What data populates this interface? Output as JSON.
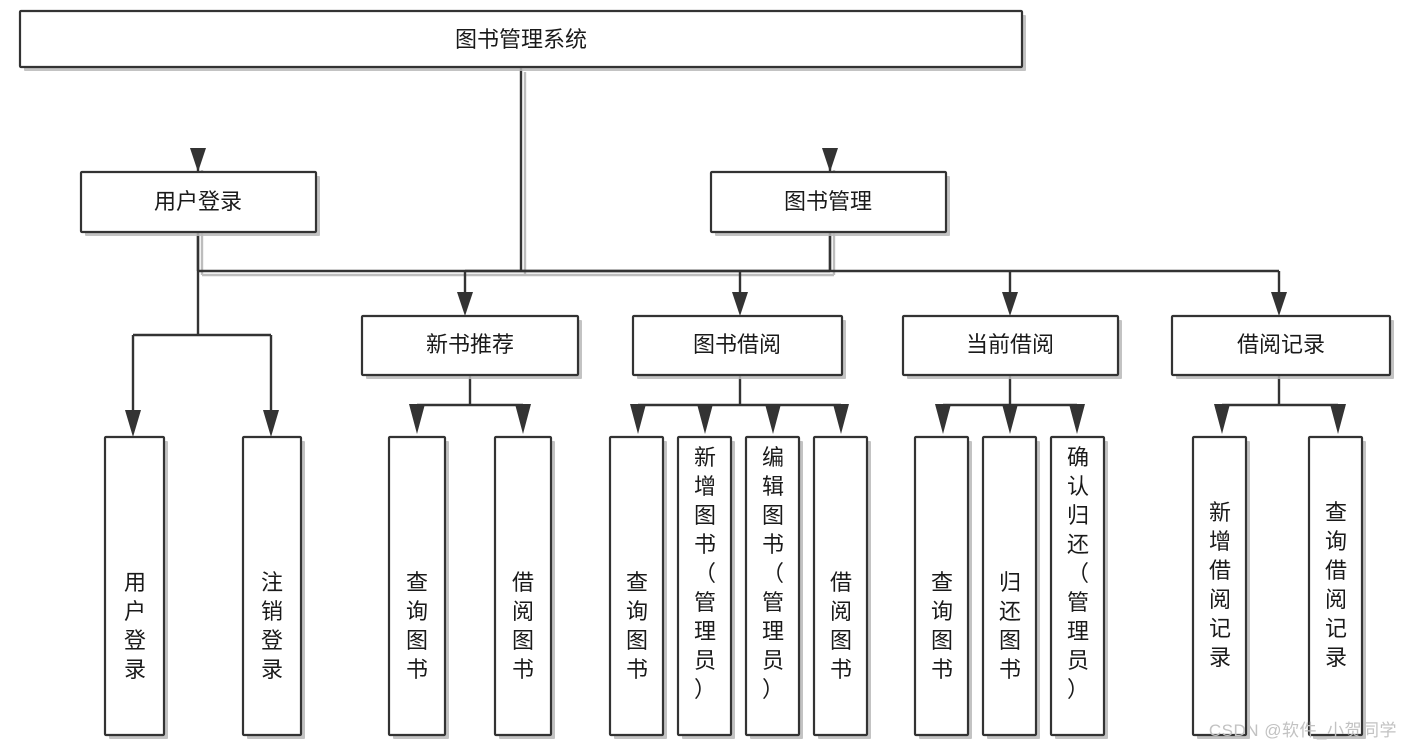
{
  "diagram": {
    "type": "tree-hierarchy",
    "title": "图书管理系统",
    "watermark": "CSDN @软件_小贺同学",
    "colors": {
      "box_stroke": "#333333",
      "box_fill": "#ffffff",
      "connector": "#333333",
      "text": "#1a1a1a",
      "watermark": "#c2c2c2",
      "background": "#ffffff"
    },
    "levels": [
      {
        "level": 0,
        "nodes": [
          {
            "id": "root",
            "label": "图书管理系统",
            "orientation": "horizontal"
          }
        ]
      },
      {
        "level": 1,
        "nodes": [
          {
            "id": "user-login",
            "label": "用户登录",
            "orientation": "horizontal",
            "parent": "root"
          },
          {
            "id": "book-manage",
            "label": "图书管理",
            "orientation": "horizontal",
            "parent": "root"
          }
        ]
      },
      {
        "level": 2,
        "nodes": [
          {
            "id": "new-book-rec",
            "label": "新书推荐",
            "orientation": "horizontal",
            "parent": "book-manage"
          },
          {
            "id": "book-borrow",
            "label": "图书借阅",
            "orientation": "horizontal",
            "parent": "book-manage"
          },
          {
            "id": "current-borrow",
            "label": "当前借阅",
            "orientation": "horizontal",
            "parent": "book-manage"
          },
          {
            "id": "borrow-record",
            "label": "借阅记录",
            "orientation": "horizontal",
            "parent": "book-manage"
          }
        ]
      },
      {
        "level": 3,
        "nodes": [
          {
            "id": "leaf-user-login",
            "label": "用户登录",
            "orientation": "vertical",
            "parent": "user-login"
          },
          {
            "id": "leaf-logout",
            "label": "注销登录",
            "orientation": "vertical",
            "parent": "user-login"
          },
          {
            "id": "leaf-query-book-1",
            "label": "查询图书",
            "orientation": "vertical",
            "parent": "new-book-rec"
          },
          {
            "id": "leaf-borrow-book-1",
            "label": "借阅图书",
            "orientation": "vertical",
            "parent": "new-book-rec"
          },
          {
            "id": "leaf-query-book-2",
            "label": "查询图书",
            "orientation": "vertical",
            "parent": "book-borrow"
          },
          {
            "id": "leaf-add-book",
            "label": "新增图书（管理员）",
            "orientation": "vertical",
            "parent": "book-borrow"
          },
          {
            "id": "leaf-edit-book",
            "label": "编辑图书（管理员）",
            "orientation": "vertical",
            "parent": "book-borrow"
          },
          {
            "id": "leaf-borrow-book-2",
            "label": "借阅图书",
            "orientation": "vertical",
            "parent": "book-borrow"
          },
          {
            "id": "leaf-query-book-3",
            "label": "查询图书",
            "orientation": "vertical",
            "parent": "current-borrow"
          },
          {
            "id": "leaf-return-book",
            "label": "归还图书",
            "orientation": "vertical",
            "parent": "current-borrow"
          },
          {
            "id": "leaf-confirm-return",
            "label": "确认归还（管理员）",
            "orientation": "vertical",
            "parent": "current-borrow"
          },
          {
            "id": "leaf-add-record",
            "label": "新增借阅记录",
            "orientation": "vertical",
            "parent": "borrow-record"
          },
          {
            "id": "leaf-query-record",
            "label": "查询借阅记录",
            "orientation": "vertical",
            "parent": "borrow-record"
          }
        ]
      }
    ]
  }
}
